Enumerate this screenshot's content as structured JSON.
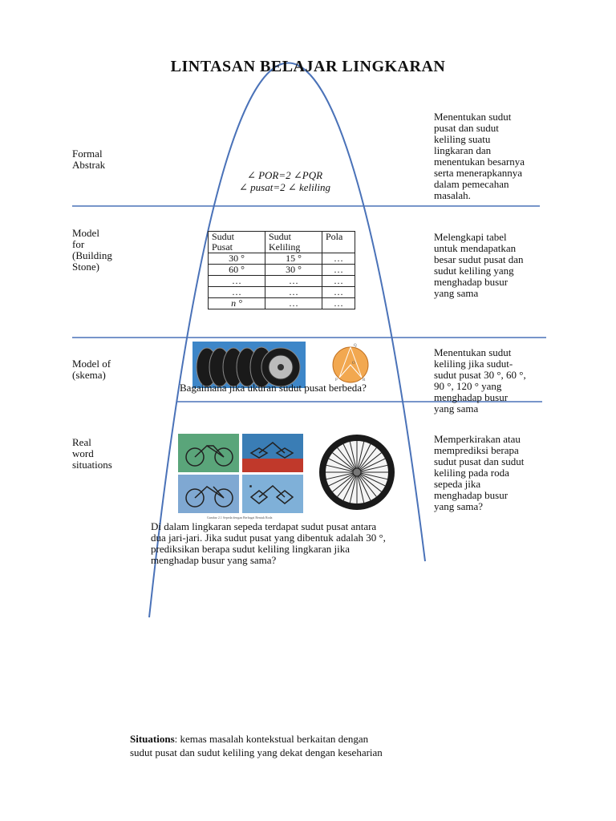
{
  "title": "LINTASAN BELAJAR LINGKARAN",
  "levels": [
    {
      "label": "Formal\nAbstrak"
    },
    {
      "label": "Model\nfor\n(Building\nStone)"
    },
    {
      "label": "Model of\n(skema)"
    },
    {
      "label": "Real\nword\nsituations"
    }
  ],
  "descriptions": [
    "Menentukan sudut\npusat dan sudut\nkeliling suatu\nlingkaran dan\nmenentukan besarnya\nserta menerapkannya\ndalam pemecahan\nmasalah.",
    "Melengkapi tabel\nuntuk mendapatkan\nbesar sudut pusat dan\nsudut keliling yang\nmenghadap busur\nyang sama",
    "Menentukan sudut\nkeliling jika sudut-\nsudut pusat 30 °, 60 °,\n90 °, 120 ° yang\nmenghadap busur\nyang sama",
    "Memperkirakan atau\nmemprediksi berapa\nsudut pusat dan sudut\nkeliling pada roda\nsepeda jika\nmenghadap busur\nyang sama?"
  ],
  "formulas": {
    "line1": "∠ POR=2 ∠PQR",
    "line2": "∠ pusat=2 ∠ keliling"
  },
  "table": {
    "headers": [
      "Sudut\nPusat",
      "Sudut\nKeliling",
      "Pola"
    ],
    "rows": [
      [
        "30 °",
        "15 °",
        "…"
      ],
      [
        "60 °",
        "30 °",
        "…"
      ],
      [
        "…",
        "…",
        "…"
      ],
      [
        "…",
        "…",
        "…"
      ],
      [
        "n °",
        "…",
        "…"
      ]
    ]
  },
  "schema_caption": "Bagaimana jika ukuran sudut pusat berbeda?",
  "circle_labels": {
    "q": "Q",
    "o": "O",
    "p": "P",
    "r": "R"
  },
  "bike_caption": "Gambar 2.1  Sepeda dengan Berbagai Bentuk Roda",
  "real_question": "Di dalam lingkaran sepeda terdapat sudut pusat antara\ndua jari-jari. Jika sudut pusat yang dibentuk adalah 30 °,\nprediksikan berapa sudut keliling lingkaran jika\nmenghadap busur yang sama?",
  "note": {
    "bold": "Situations",
    "text": ": kemas masalah kontekstual berkaitan dengan\nsudut pusat dan sudut keliling yang dekat dengan keseharian"
  },
  "colors": {
    "curve": "#4a72b8",
    "tire_bg": "#3d86c8",
    "bike_bg1": "#5aa57a",
    "bike_bg2": "#3a7db5"
  }
}
